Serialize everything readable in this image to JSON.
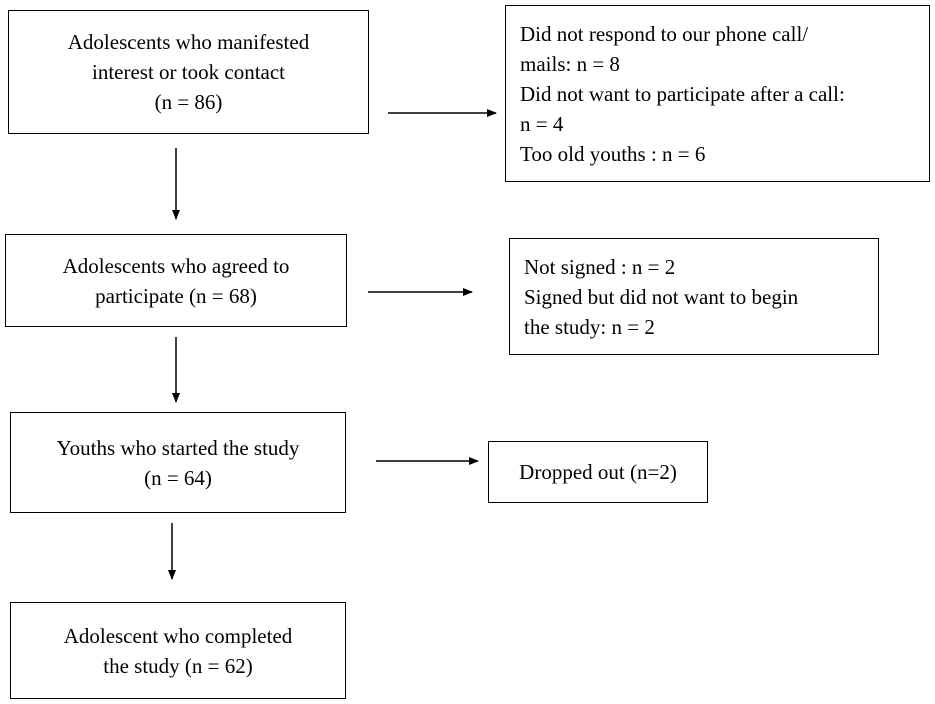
{
  "flow": {
    "main": [
      {
        "lines": [
          "Adolescents who manifested",
          "interest or took contact",
          "(n = 86)"
        ]
      },
      {
        "lines": [
          "Adolescents who agreed to",
          "participate (n = 68)"
        ]
      },
      {
        "lines": [
          "Youths who started the study",
          "(n = 64)"
        ]
      },
      {
        "lines": [
          "Adolescent who completed",
          "the study (n = 62)"
        ]
      }
    ],
    "exclusions": [
      {
        "lines": [
          "Did not respond to our phone call/",
          "mails: n = 8",
          "Did not want to participate after a call:",
          "n = 4",
          "Too old youths : n = 6"
        ]
      },
      {
        "lines": [
          "Not signed : n = 2",
          "Signed but did not want to begin",
          "the study: n = 2"
        ]
      },
      {
        "lines": [
          "Dropped out (n=2)"
        ]
      }
    ]
  }
}
